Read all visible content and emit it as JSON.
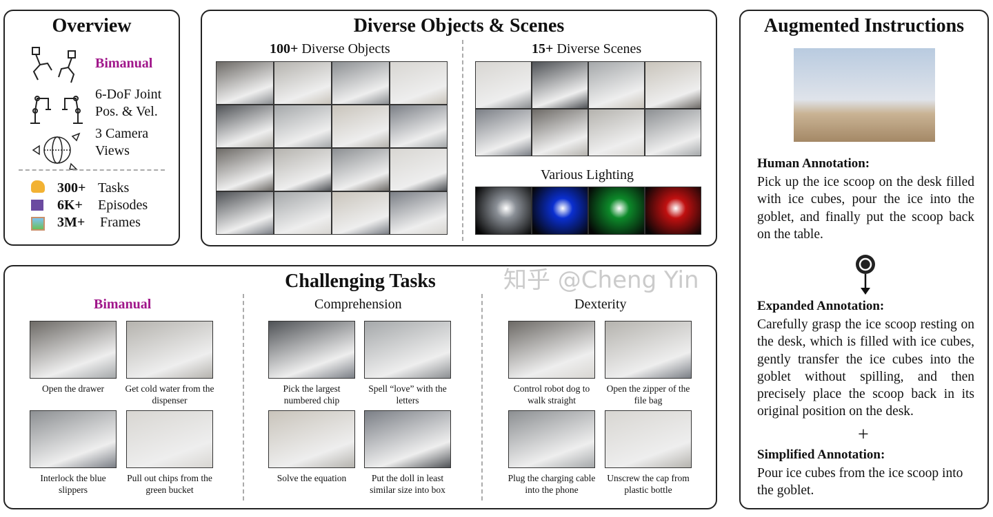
{
  "overview": {
    "title": "Overview",
    "bimanual": "Bimanual",
    "joint": [
      "6-DoF Joint",
      "Pos. & Vel."
    ],
    "camera": [
      "3 Camera",
      "Views"
    ],
    "stats": [
      {
        "icon": "flexed-biceps-icon",
        "value": "300+",
        "label": "Tasks"
      },
      {
        "icon": "clapper-board-icon",
        "value": "6K+",
        "label": "Episodes"
      },
      {
        "icon": "framed-picture-icon",
        "value": "3M+",
        "label": "Frames"
      }
    ],
    "accent": "#a0168a"
  },
  "diverse": {
    "title": "Diverse Objects & Scenes",
    "objects_num": "100+",
    "objects_label": " Diverse Objects",
    "scenes_num": "15+",
    "scenes_label": " Diverse Scenes",
    "lighting": "Various Lighting",
    "lighting_colors": [
      "#8a8f96",
      "#0a2fd0",
      "#0d8a2a",
      "#c01010"
    ]
  },
  "tasks": {
    "title": "Challenging Tasks",
    "sections": [
      {
        "label": "Bimanual",
        "captions": [
          "Open the drawer",
          "Get cold water from the dispenser",
          "Interlock the blue slippers",
          "Pull out chips from the green bucket"
        ]
      },
      {
        "label": "Comprehension",
        "captions": [
          "Pick the largest numbered chip",
          "Spell “love” with the letters",
          "Solve the equation",
          "Put the doll in least similar size into box"
        ]
      },
      {
        "label": "Dexterity",
        "captions": [
          "Control robot dog to walk straight",
          "Open the zipper of the file bag",
          "Plug the charging cable into the phone",
          "Unscrew the cap from plastic bottle"
        ]
      }
    ]
  },
  "augmented": {
    "title": "Augmented Instructions",
    "human_label": "Human Annotation:",
    "human_text": "Pick up the ice scoop on the desk filled with ice cubes, pour the ice into the goblet, and finally put the scoop back on the table.",
    "expanded_label": "Expanded Annotation:",
    "expanded_text": "Carefully grasp the ice scoop resting on the desk, which is filled with ice cubes, gently transfer the ice cubes into the goblet without spilling, and then precisely place the scoop back in its original position on the desk.",
    "plus": "+",
    "simplified_label": "Simplified Annotation:",
    "simplified_text": "Pour ice cubes from the ice scoop into the goblet."
  },
  "watermark": "知乎 @Cheng Yin"
}
